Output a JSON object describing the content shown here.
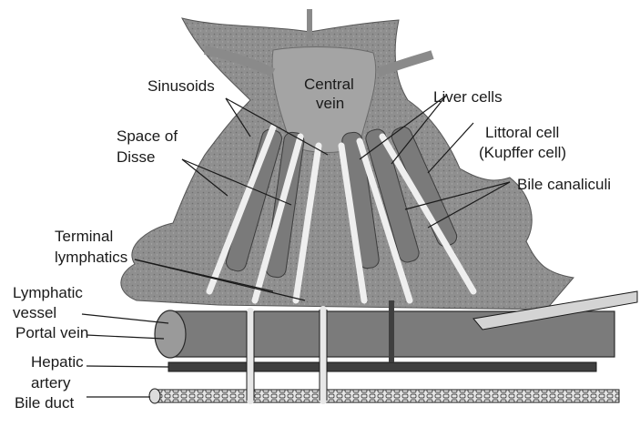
{
  "labels": {
    "sinusoids": "Sinusoids",
    "central_vein_line1": "Central",
    "central_vein_line2": "vein",
    "liver_cells": "Liver cells",
    "littoral_line1": "Littoral cell",
    "littoral_line2": "(Kupffer cell)",
    "space_line1": "Space of",
    "space_line2": "Disse",
    "bile_canaliculi": "Bile canaliculi",
    "terminal_line1": "Terminal",
    "terminal_line2": "lymphatics",
    "lymphatic_line1": "Lymphatic",
    "lymphatic_line2": "vessel",
    "portal_vein": "Portal vein",
    "hepatic_line1": "Hepatic",
    "hepatic_line2": "artery",
    "bile_duct": "Bile duct"
  },
  "colors": {
    "tissue": "#8f8f8f",
    "tissue_dark": "#5e5e5e",
    "vessel_light": "#d9d9d9",
    "line": "#1a1a1a"
  }
}
